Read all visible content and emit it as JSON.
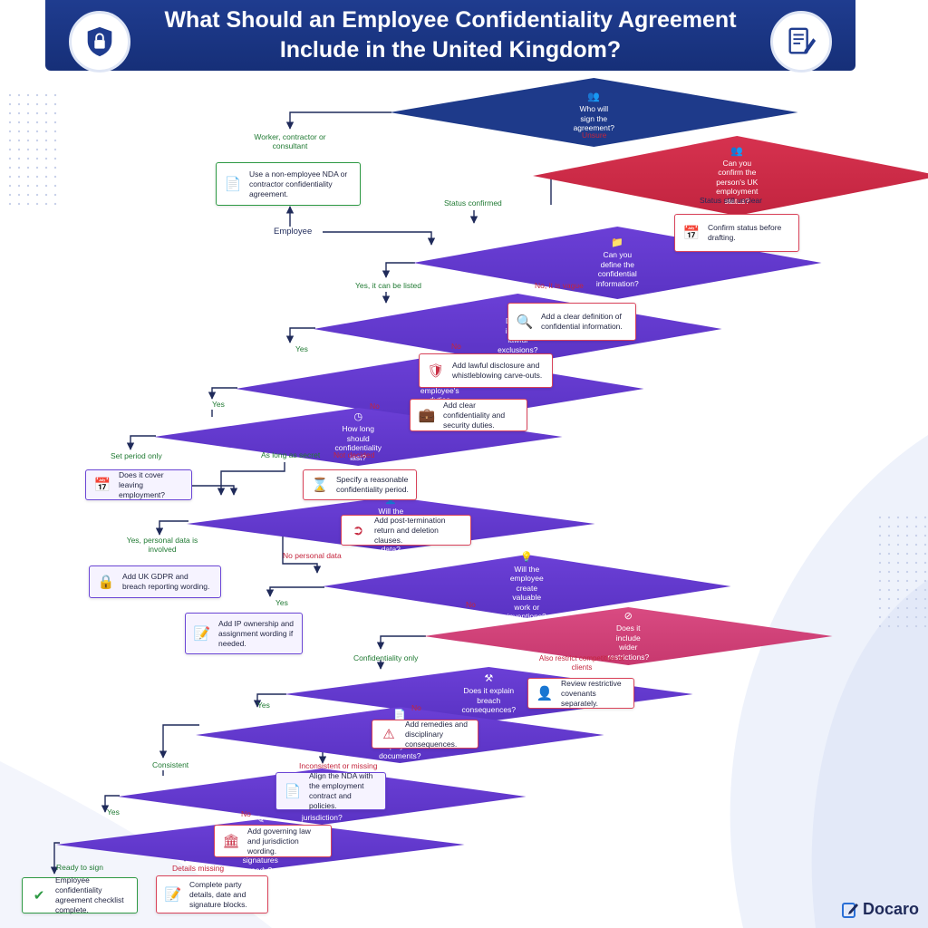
{
  "header": {
    "title_line1": "What Should an Employee Confidentiality Agreement",
    "title_line2": "Include in the United Kingdom?",
    "left_icon": "shield-lock-icon",
    "right_icon": "document-pen-icon"
  },
  "colors": {
    "header": "#1f3c8f",
    "navy": "#1e3a8a",
    "purple": "#5a33c4",
    "crimson": "#c2243f",
    "magenta": "#c7386e",
    "yes_green": "#207a33",
    "no_red": "#c4253d"
  },
  "nodes": {
    "who_sign": {
      "text": "Who will sign the agreement?",
      "icon": "people-icon"
    },
    "confirm_status": {
      "text": "Can you confirm the person's UK employment status?",
      "icon": "people-icon"
    },
    "define_info": {
      "text": "Can you define the confidential information?",
      "icon": "folder-lock-icon"
    },
    "lawful_exclusions": {
      "text": "Does it include lawful exclusions?",
      "icon": "scales-icon"
    },
    "duties_clear": {
      "text": "Are the employee's duties clear?",
      "icon": "person-icon"
    },
    "how_long": {
      "text": "How long should confidentiality last?",
      "icon": "clock-icon"
    },
    "personal_data": {
      "text": "Will the employee handle personal data?",
      "icon": "person-icon"
    },
    "valuable_work": {
      "text": "Will the employee create valuable work or inventions?",
      "icon": "bulb-icon"
    },
    "wider_restrictions": {
      "text": "Does it include wider restrictions?",
      "icon": "ban-icon"
    },
    "breach_consequences": {
      "text": "Does it explain breach consequences?",
      "icon": "gavel-icon"
    },
    "align_docs": {
      "text": "Does it align with employment documents?",
      "icon": "document-icon"
    },
    "uk_law": {
      "text": "Does it state UK law and jurisdiction?",
      "icon": "scales-icon"
    },
    "parties_ready": {
      "text": "Are parties, date and signatures ready?",
      "icon": "pen-icon"
    }
  },
  "boxes": {
    "non_employee": {
      "text": "Use a non-employee NDA or contractor confidentiality agreement.",
      "icon": "document-icon"
    },
    "confirm_before": {
      "text": "Confirm status before drafting.",
      "icon": "calendar-icon"
    },
    "clear_definition": {
      "text": "Add a clear definition of confidential information.",
      "icon": "magnifier-icon"
    },
    "lawful_disclosure": {
      "text": "Add lawful disclosure and whistleblowing carve-outs.",
      "icon": "shield-icon"
    },
    "security_duties": {
      "text": "Add clear confidentiality and security duties.",
      "icon": "briefcase-icon"
    },
    "cover_leaving": {
      "text": "Does it cover leaving employment?",
      "icon": "calendar-icon"
    },
    "reasonable_period": {
      "text": "Specify a reasonable confidentiality period.",
      "icon": "hourglass-icon"
    },
    "post_termination": {
      "text": "Add post-termination return and deletion clauses.",
      "icon": "exit-icon"
    },
    "gdpr": {
      "text": "Add UK GDPR and breach reporting wording.",
      "icon": "lock-icon"
    },
    "ip_ownership": {
      "text": "Add IP ownership and assignment wording if needed.",
      "icon": "document-pen-icon"
    },
    "restrictive_covenants": {
      "text": "Review restrictive covenants separately.",
      "icon": "person-icon"
    },
    "remedies": {
      "text": "Add remedies and disciplinary consequences.",
      "icon": "warning-icon"
    },
    "align_nda": {
      "text": "Align the NDA with the employment contract and policies.",
      "icon": "document-icon"
    },
    "governing_law": {
      "text": "Add governing law and jurisdiction wording.",
      "icon": "courthouse-icon"
    },
    "checklist_complete": {
      "text": "Employee confidentiality agreement checklist complete.",
      "icon": "check-circle-icon"
    },
    "party_details": {
      "text": "Complete party details, date and signature blocks.",
      "icon": "document-pen-icon"
    }
  },
  "labels": {
    "worker": "Worker, contractor or consultant",
    "unsure": "Unsure",
    "status_confirmed": "Status confirmed",
    "status_unclear": "Status still unclear",
    "employee": "Employee",
    "yes_listed": "Yes, it can be listed",
    "no_vague": "No, it is vague",
    "yes1": "Yes",
    "no1": "No",
    "yes2": "Yes",
    "no2": "No",
    "set_period": "Set period only",
    "as_long_secret": "As long as secret",
    "not_decided": "Not decided",
    "yes_personal": "Yes, personal data is involved",
    "no_personal": "No personal data",
    "yes3": "Yes",
    "no3": "No",
    "confidentiality_only": "Confidentiality only",
    "also_restrict": "Also restrict competition or clients",
    "yes4": "Yes",
    "no4": "No",
    "consistent": "Consistent",
    "inconsistent": "Inconsistent or missing",
    "yes5": "Yes",
    "no5": "No",
    "ready_sign": "Ready to sign",
    "details_missing": "Details missing"
  },
  "brand": {
    "name": "Docaro",
    "icon": "docaro-logo-icon"
  }
}
